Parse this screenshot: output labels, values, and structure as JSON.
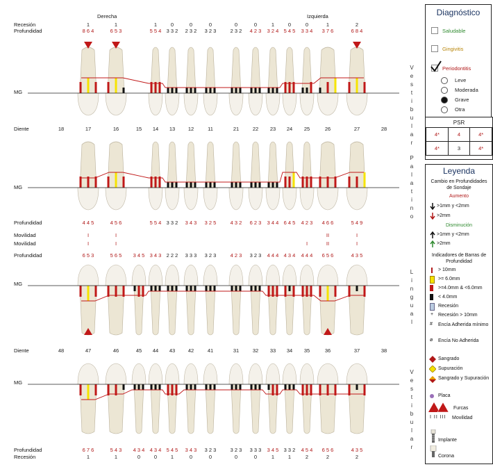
{
  "teeth_upper": [
    "18",
    "17",
    "16",
    "15",
    "14",
    "13",
    "12",
    "11",
    "21",
    "22",
    "23",
    "24",
    "25",
    "26",
    "27",
    "28"
  ],
  "teeth_lower": [
    "48",
    "47",
    "46",
    "45",
    "44",
    "43",
    "42",
    "41",
    "31",
    "32",
    "33",
    "34",
    "35",
    "36",
    "37",
    "38"
  ],
  "header": {
    "derecha": "Derecha",
    "izquierda": "Izquierda"
  },
  "row_labels": {
    "recesion": "Recesión",
    "profundidad": "Profundidad",
    "mg": "MG",
    "diente": "Diente",
    "movilidad": "Movilidad"
  },
  "upper": {
    "recesion": [
      "",
      "1",
      "1",
      "",
      "1",
      "0",
      "0",
      "0",
      "0",
      "0",
      "1",
      "0",
      "0",
      "1",
      "2",
      ""
    ],
    "profundidad_vest": [
      "",
      "864",
      "653",
      "",
      "554",
      "332",
      "232",
      "323",
      "232",
      "423",
      "324",
      "545",
      "334",
      "376",
      "684",
      ""
    ],
    "profundidad_pal": [
      "",
      "445",
      "456",
      "",
      "554",
      "332",
      "343",
      "325",
      "432",
      "623",
      "344",
      "645",
      "423",
      "466",
      "549",
      ""
    ],
    "movilidad1": [
      "",
      "I",
      "I",
      "",
      "",
      "",
      "",
      "",
      "",
      "",
      "",
      "",
      "",
      "II",
      "I",
      ""
    ],
    "movilidad2": [
      "",
      "I",
      "I",
      "",
      "",
      "",
      "",
      "",
      "",
      "",
      "",
      "",
      "I",
      "II",
      "I",
      ""
    ],
    "vest_label": "Vestibular",
    "pal_label": "Palatino"
  },
  "lower": {
    "profundidad_ling": [
      "",
      "653",
      "565",
      "345",
      "343",
      "222",
      "333",
      "323",
      "423",
      "323",
      "444",
      "434",
      "444",
      "656",
      "435",
      ""
    ],
    "profundidad_vest": [
      "",
      "676",
      "543",
      "434",
      "434",
      "545",
      "343",
      "323",
      "323",
      "333",
      "345",
      "332",
      "454",
      "656",
      "435",
      ""
    ],
    "recesion": [
      "",
      "1",
      "1",
      "0",
      "0",
      "1",
      "0",
      "0",
      "0",
      "0",
      "1",
      "1",
      "2",
      "2",
      "2",
      ""
    ],
    "ling_label": "Lingual",
    "vest_label": "Vestibular"
  },
  "diagnostico": {
    "title": "Diagnóstico",
    "saludable": "Saludable",
    "gingivitis": "Gingivitis",
    "periodontitis": "Periodontitis",
    "severity": [
      "Leve",
      "Moderada",
      "Grave",
      "Otra"
    ],
    "selected": "Grave",
    "colors": {
      "saludable": "#2f8a2f",
      "gingivitis": "#b8860b",
      "periodontitis": "#b01818"
    }
  },
  "psr": {
    "title": "PSR",
    "row1": [
      "4*",
      "4",
      "4*"
    ],
    "row2": [
      "4*",
      "3",
      "4*"
    ]
  },
  "leyenda": {
    "title": "Leyenda",
    "cambio": "Cambio en Profundidades de Sondaje",
    "aumento": "Aumento",
    "aum1": ">1mm y <2mm",
    "aum2": ">2mm",
    "disminucion": "Disminución",
    "dis1": ">1mm y <2mm",
    "dis2": ">2mm",
    "indicadores": "Indicadores de Barras de Profundidad",
    "ind1": "> 10mm",
    "ind2": ">= 6.0mm",
    "ind3": ">=4.0mm & <6.0mm",
    "ind4": "< 4.0mm",
    "ind5": "Recesión",
    "ind6": "Recesión > 10mm",
    "ind7": "Encía Adherida mínimo",
    "ind8": "Encía No Adherida",
    "sangrado": "Sangrado",
    "supuracion": "Supuración",
    "sang_sup": "Sangrado y Supuración",
    "placa": "Placa",
    "furcas": "Furcas",
    "movilidad": "Movilidad",
    "implante": "Implante",
    "corona": "Corona"
  }
}
